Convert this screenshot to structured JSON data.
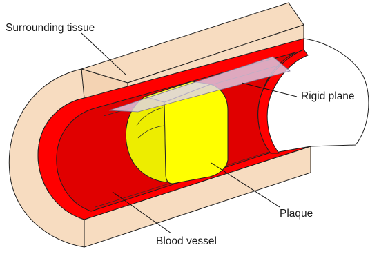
{
  "labels": {
    "surrounding_tissue": "Surrounding tissue",
    "rigid_plane": "Rigid plane",
    "plaque": "Plaque",
    "blood_vessel": "Blood vessel"
  },
  "colors": {
    "tissue": "#f7dcc0",
    "vessel_wall": "#ff0000",
    "vessel_inner_shadow": "#c30000",
    "plaque": "#ffff00",
    "plaque_shadow": "#d9d900",
    "rigid_plane": "#ddd2ee",
    "leader_line": "#111111"
  }
}
